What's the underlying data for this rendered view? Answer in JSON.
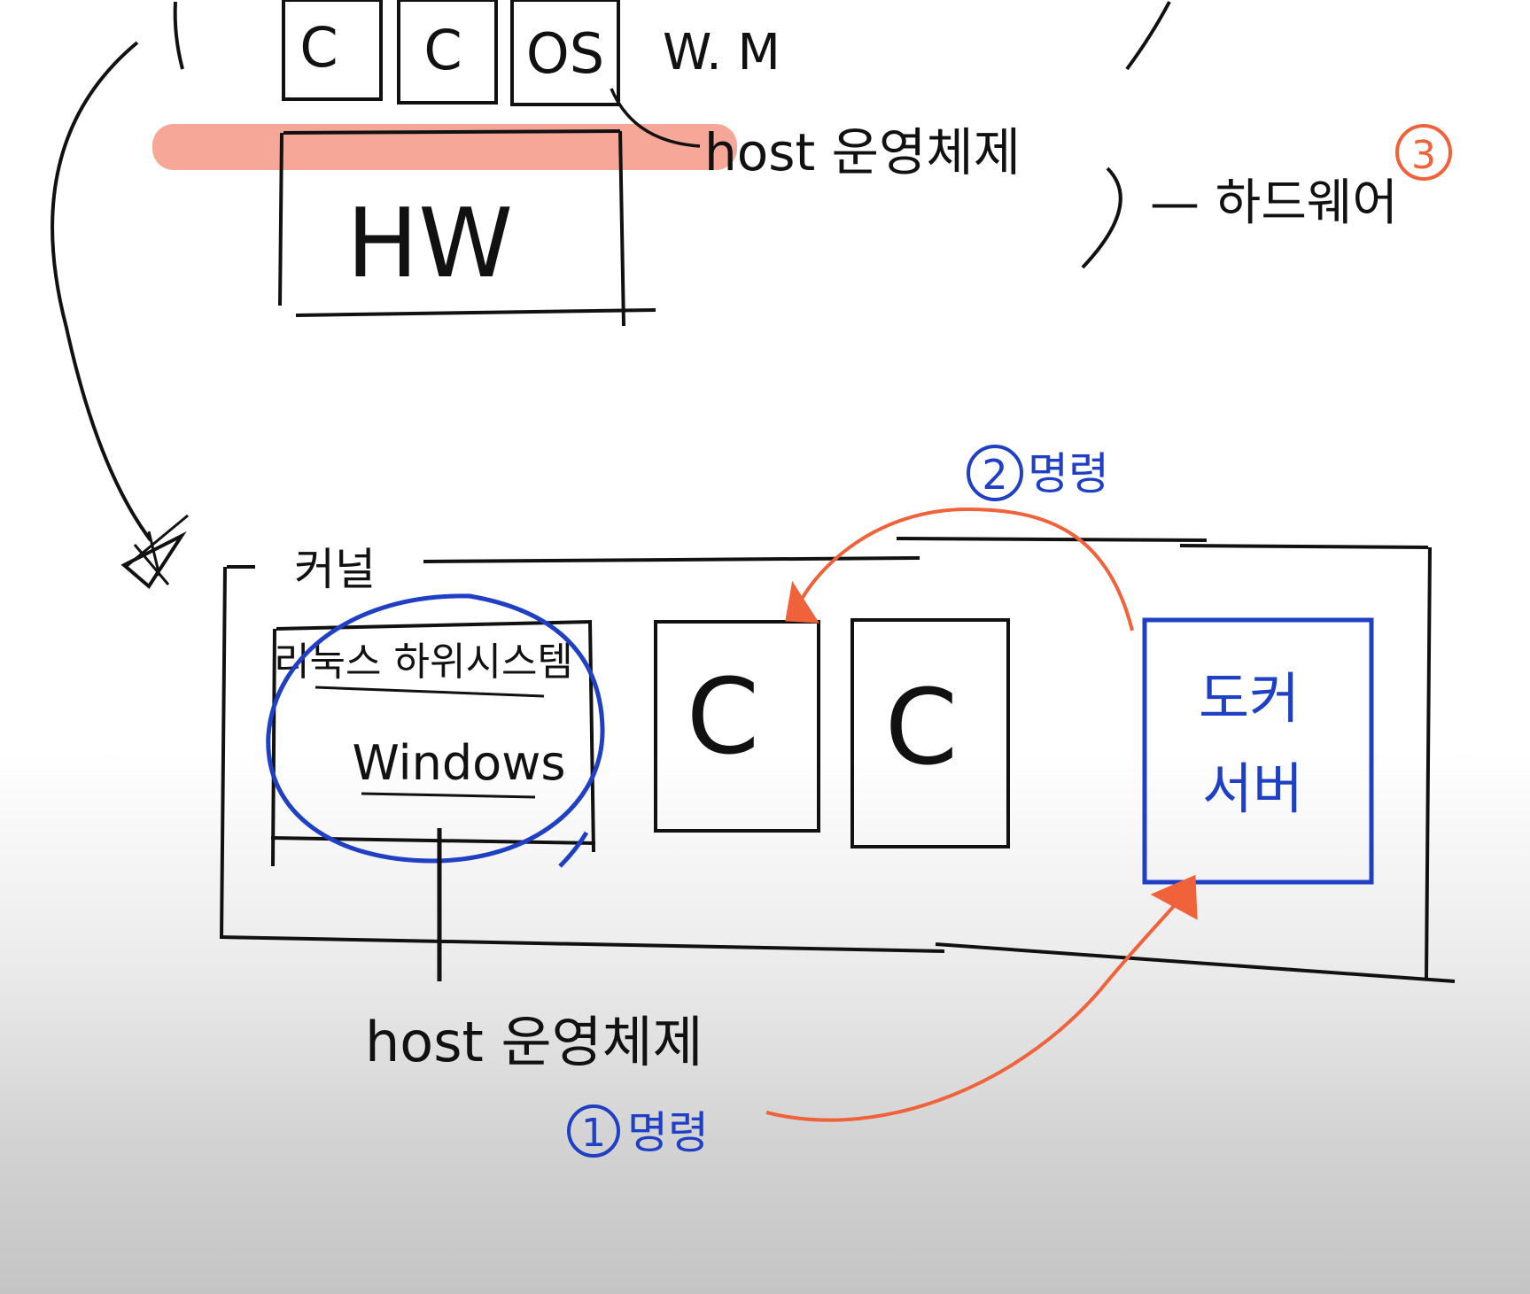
{
  "top_diagram": {
    "boxes": [
      "C",
      "C",
      "OS"
    ],
    "side_label": "W. M",
    "host_label": "host 운영체제",
    "hw_label": "HW",
    "hardware_label": "— 하드웨어",
    "step3_marker": "3"
  },
  "bottom_diagram": {
    "kernel_label": "커널",
    "linux_subsystem_label": "리눅스 하위시스템",
    "windows_label": "Windows",
    "containers": [
      "C",
      "C"
    ],
    "docker_server": [
      "도커",
      "서버"
    ],
    "host_label": "host 운영체제",
    "step1": {
      "number": "1",
      "label": "명령"
    },
    "step2": {
      "number": "2",
      "label": "명령"
    }
  },
  "colors": {
    "ink": "#111111",
    "blue": "#1f3fc4",
    "red": "#f0623a",
    "highlight": "#f6a797"
  }
}
